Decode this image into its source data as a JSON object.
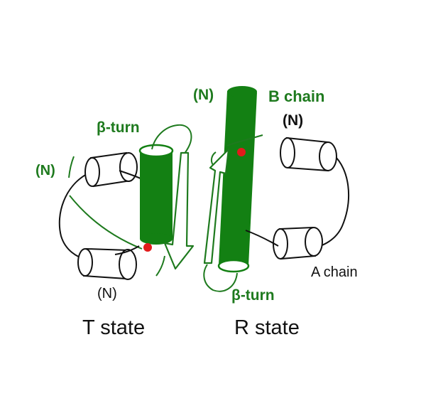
{
  "labels": {
    "t_state": "T state",
    "r_state": "R state",
    "b_chain": "B chain",
    "a_chain": "A chain",
    "beta_turn_t": "β-turn",
    "beta_turn_r": "β-turn",
    "n_b_chain": "(N)",
    "n_a_chain_r": "(N)",
    "n_left_t": "(N)",
    "n_bottom_t": "(N)"
  },
  "colors": {
    "helix_green": "#138013",
    "label_green": "#1e7a1e",
    "marker_red": "#e21b1b",
    "outline": "#111111"
  }
}
